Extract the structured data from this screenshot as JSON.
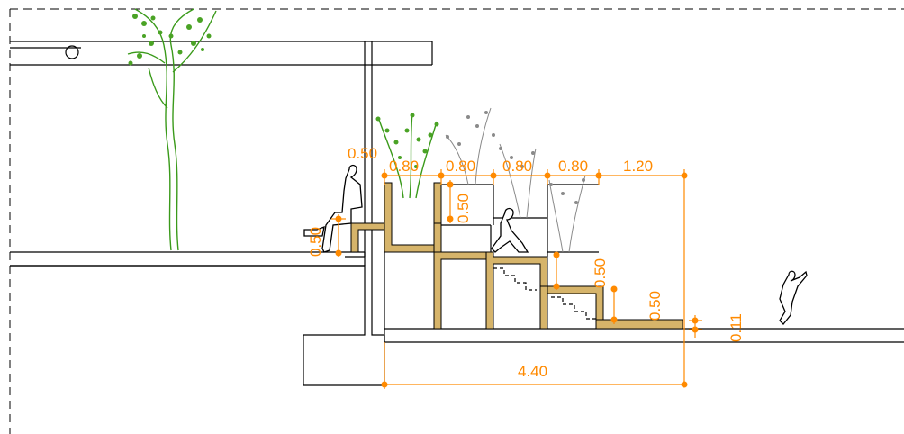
{
  "dimensions": {
    "d050_top": "0.50",
    "d080_a": "0.80",
    "d080_b": "0.80",
    "d080_c": "0.80",
    "d080_d": "0.80",
    "d120": "1.20",
    "d050_vert_pot": "0.50",
    "d050_left_bench": "0.50",
    "d050_step_mid": "0.50",
    "d050_step_low": "0.50",
    "d011": "0.11",
    "d440": "4.40"
  },
  "colors": {
    "dimension": "#ff8a00",
    "wood": "#d6b46a",
    "tree": "#3a9a1a",
    "grey_plant": "#8a8a8a",
    "line": "#000000"
  },
  "icons": [
    "person-sitting-icon",
    "person-crouching-icon",
    "child-running-icon",
    "tree-icon",
    "plant-icon"
  ]
}
